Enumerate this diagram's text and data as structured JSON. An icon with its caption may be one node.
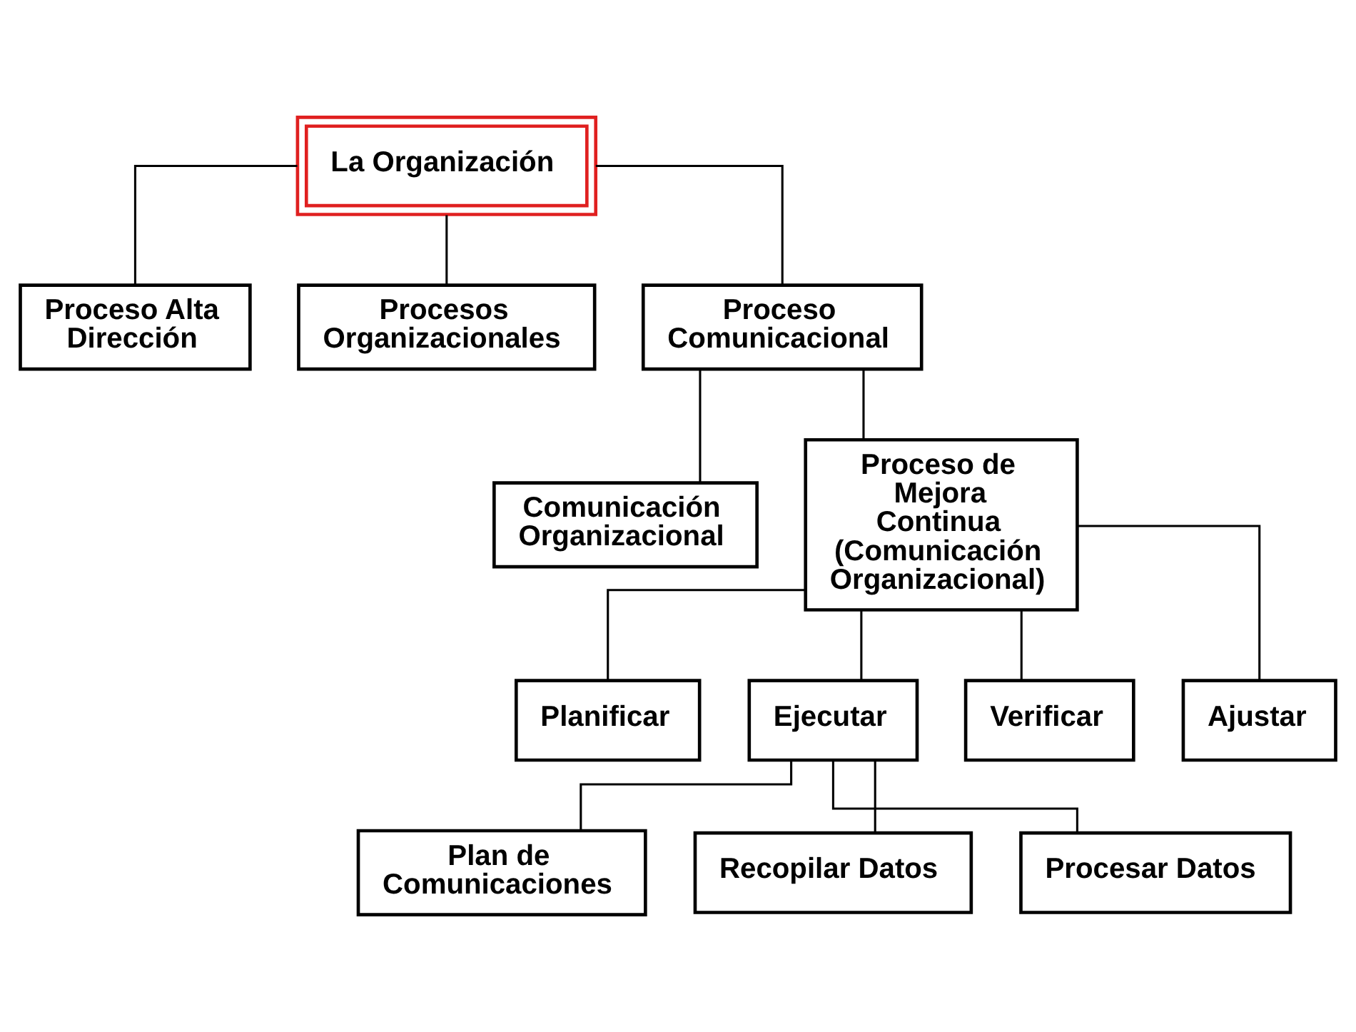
{
  "diagram": {
    "nodes": [
      {
        "text": [
          "La Organización"
        ]
      },
      {
        "text": [
          "Proceso Alta Dirección"
        ]
      },
      {
        "text": [
          "Procesos Organizacionales"
        ]
      },
      {
        "text": [
          "Proceso Comunicacional"
        ]
      },
      {
        "text": [
          "Comunicación Organizacional"
        ]
      },
      {
        "text": [
          "Proceso de Mejora Continua (Comunicación Organizacional)"
        ]
      },
      {
        "text": [
          "Planificar"
        ]
      },
      {
        "text": [
          "Ejecutar"
        ]
      },
      {
        "text": [
          "Verificar"
        ]
      },
      {
        "text": [
          "Ajustar"
        ]
      },
      {
        "text": [
          "Plan de Comunicaciones"
        ]
      },
      {
        "text": [
          "Recopilar Datos"
        ]
      },
      {
        "text": [
          "Procesar Datos"
        ]
      }
    ],
    "edges": [
      {
        "from": 0,
        "to": 1,
        "arrow": "none"
      },
      {
        "from": 0,
        "to": 2,
        "arrow": "none"
      },
      {
        "from": 0,
        "to": 3,
        "arrow": "none"
      },
      {
        "from": 3,
        "to": 4,
        "arrow": "none"
      },
      {
        "from": 3,
        "to": 5,
        "arrow": "none"
      },
      {
        "from": 5,
        "to": 6,
        "arrow": "none"
      },
      {
        "from": 5,
        "to": 7,
        "arrow": "none"
      },
      {
        "from": 5,
        "to": 8,
        "arrow": "none"
      },
      {
        "from": 5,
        "to": 9,
        "arrow": "none"
      },
      {
        "from": 7,
        "to": 10,
        "arrow": "none"
      },
      {
        "from": 7,
        "to": 11,
        "arrow": "none"
      },
      {
        "from": 7,
        "to": 12,
        "arrow": "none"
      }
    ]
  }
}
